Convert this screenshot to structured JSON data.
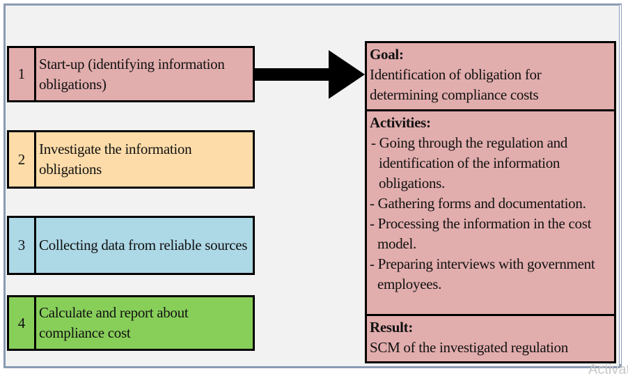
{
  "steps": [
    {
      "number": "1",
      "label": "Start-up (identifying information obligations)",
      "color": "#e2adad"
    },
    {
      "number": "2",
      "label": "Investigate the information obligations",
      "color": "#fddca9"
    },
    {
      "number": "3",
      "label": "Collecting data from reliable sources",
      "color": "#add8e6"
    },
    {
      "number": "4",
      "label": "Calculate and report about compliance cost",
      "color": "#88cf5a"
    }
  ],
  "detail": {
    "goal": {
      "title": "Goal:",
      "text": "Identification of obligation for determining compliance costs"
    },
    "activities": {
      "title": "Activities:",
      "items": [
        "- Going through the regulation and identification of the information obligations.",
        "- Gathering forms and documentation.",
        "- Processing the information in the cost model.",
        "- Preparing interviews with government employees."
      ]
    },
    "result": {
      "title": "Result:",
      "text": "SCM of the investigated regulation"
    }
  },
  "watermark": "Activat"
}
